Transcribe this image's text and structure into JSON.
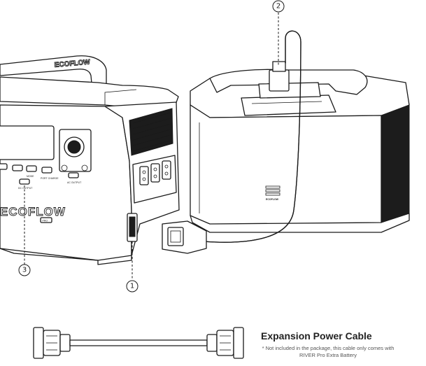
{
  "callouts": [
    {
      "id": "1",
      "label": "①"
    },
    {
      "id": "2",
      "label": "②"
    },
    {
      "id": "3",
      "label": "③"
    }
  ],
  "left_unit": {
    "brand": "ECOFLOW",
    "badge": "PRO",
    "handle_brand": "ECOFLOW",
    "port_labels": [
      "MODE",
      "PORT CHARGE",
      "AC OUTPUT",
      "DC OUTPUT"
    ]
  },
  "right_unit": {
    "brand_mark": "ECOFLOW"
  },
  "cable": {
    "title": "Expansion Power Cable",
    "note": "* Not included in the package, this cable only comes with RIVER Pro Extra Battery"
  }
}
